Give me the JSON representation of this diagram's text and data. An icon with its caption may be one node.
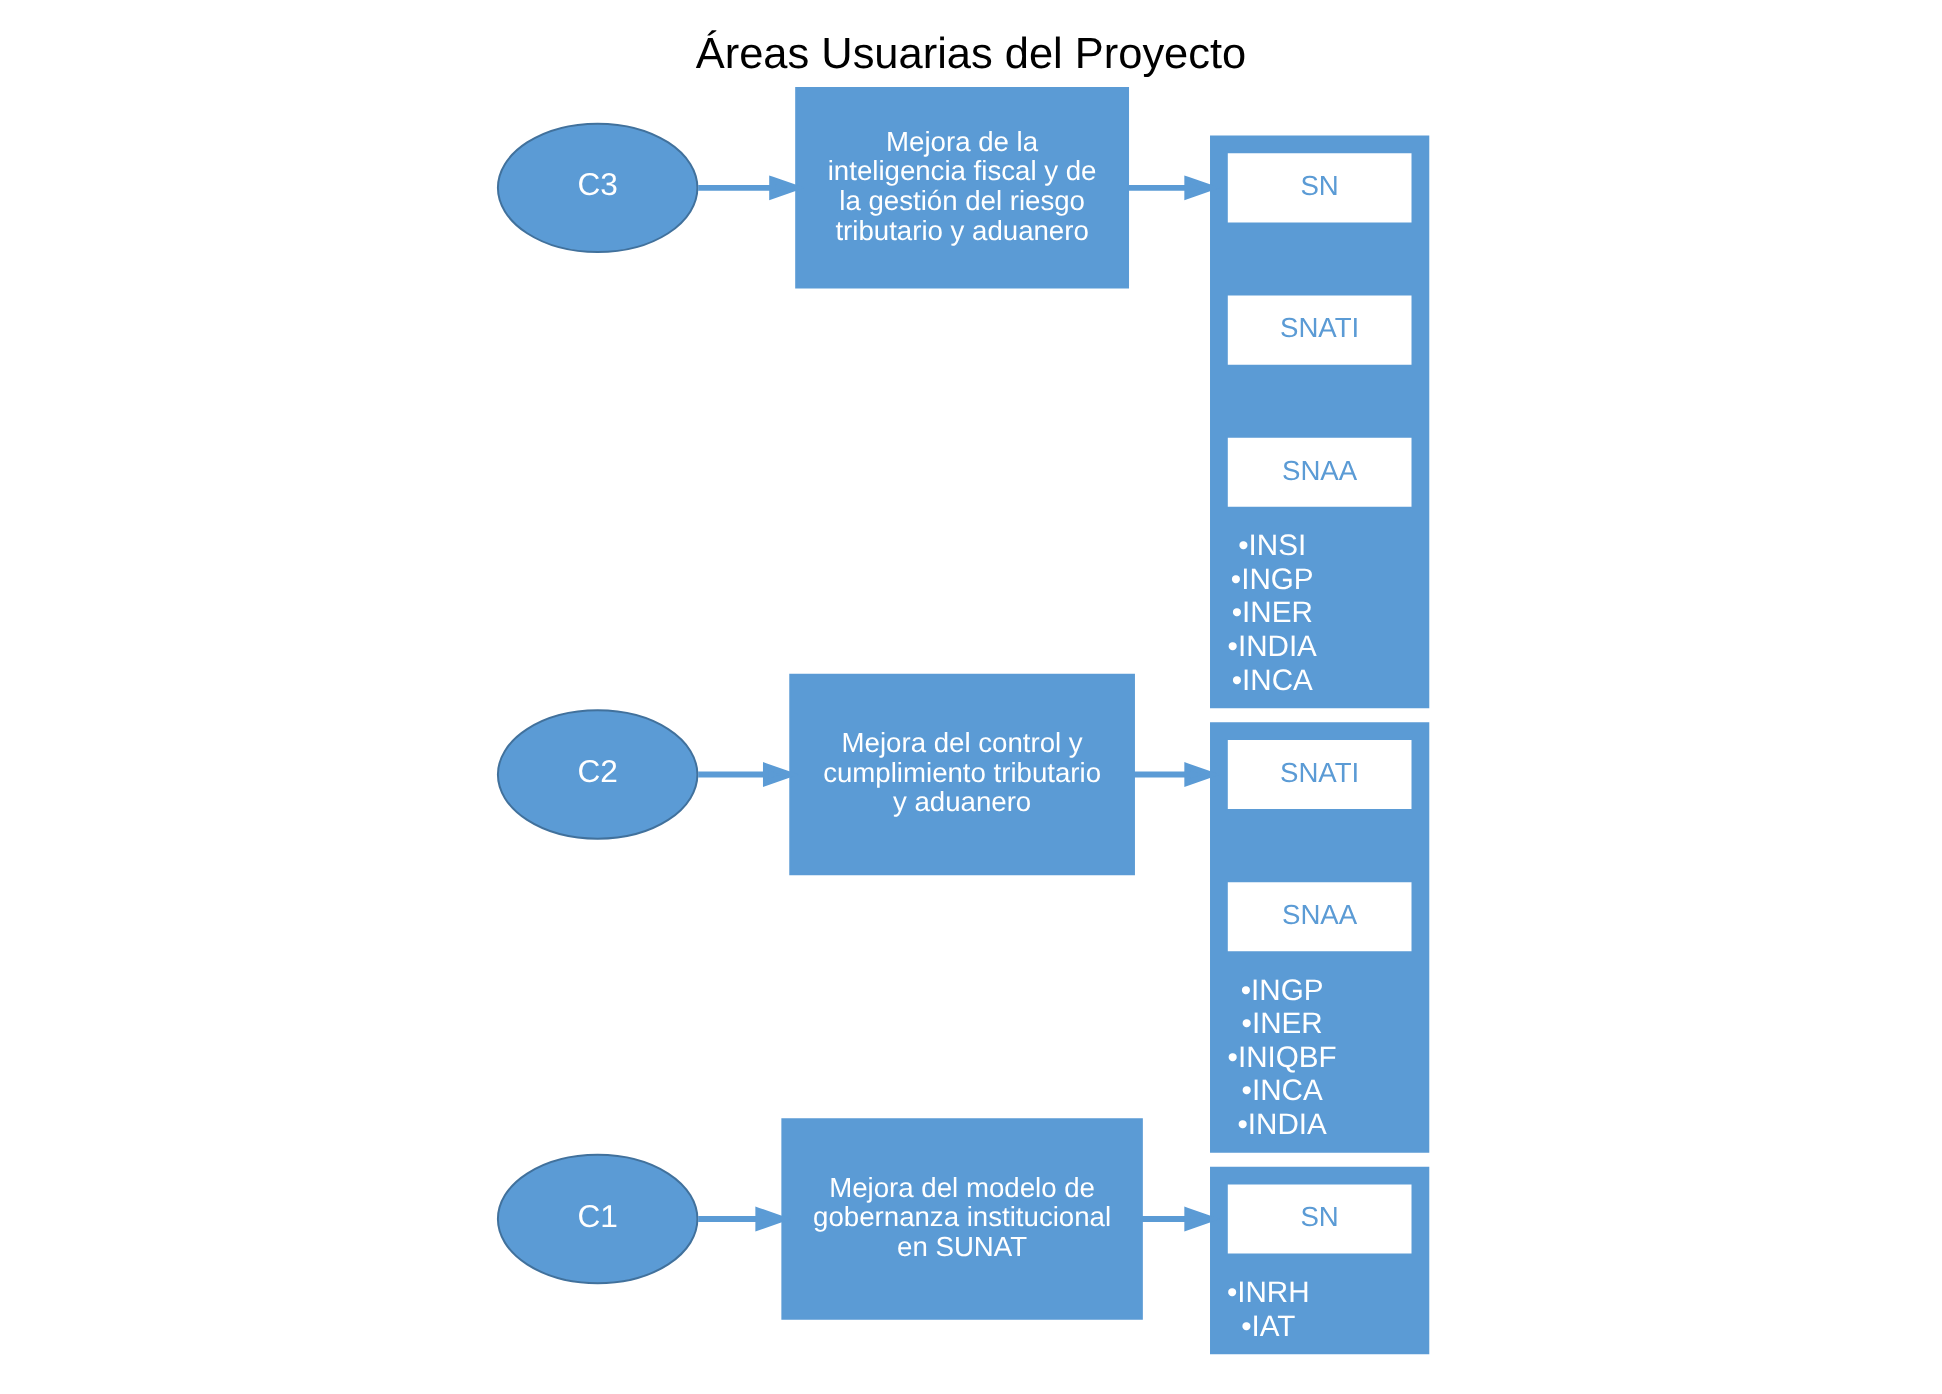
{
  "diagram": {
    "title": "Áreas Usuarias del Proyecto",
    "nodes": [
      {
        "text": [
          "C1"
        ]
      },
      {
        "text": [
          "Mejora del modelo de gobernanza institucional en SUNAT"
        ]
      },
      {
        "text": [
          "•INRH",
          "•IAT"
        ]
      },
      {
        "text": [
          "SN"
        ],
        "in": 2
      },
      {
        "text": [
          "C2"
        ]
      },
      {
        "text": [
          "Mejora del control y cumplimiento tributario y aduanero"
        ]
      },
      {
        "text": [
          "•INGP",
          "•INER",
          "•INIQBF",
          "•INCA",
          "•INDIA"
        ]
      },
      {
        "text": [
          "SNATI"
        ],
        "in": 6
      },
      {
        "text": [
          "SNAA"
        ],
        "in": 6
      },
      {
        "text": [
          "C3"
        ]
      },
      {
        "text": [
          "Mejora de la inteligencia fiscal y de la gestión del riesgo tributario y aduanero"
        ]
      },
      {
        "text": [
          "•INSI",
          "•INGP",
          "•INER",
          "•INDIA",
          "•INCA"
        ]
      },
      {
        "text": [
          "SN"
        ],
        "in": 11
      },
      {
        "text": [
          "SNATI"
        ],
        "in": 11
      },
      {
        "text": [
          "SNAA"
        ],
        "in": 11
      }
    ],
    "edges": [
      {
        "from": 0,
        "to": 1,
        "arrow": "to"
      },
      {
        "from": 1,
        "to": 2,
        "arrow": "to"
      },
      {
        "from": 4,
        "to": 5,
        "arrow": "to"
      },
      {
        "from": 5,
        "to": 6,
        "arrow": "to"
      },
      {
        "from": 9,
        "to": 10,
        "arrow": "to"
      },
      {
        "from": 10,
        "to": 11,
        "arrow": "to"
      }
    ]
  }
}
